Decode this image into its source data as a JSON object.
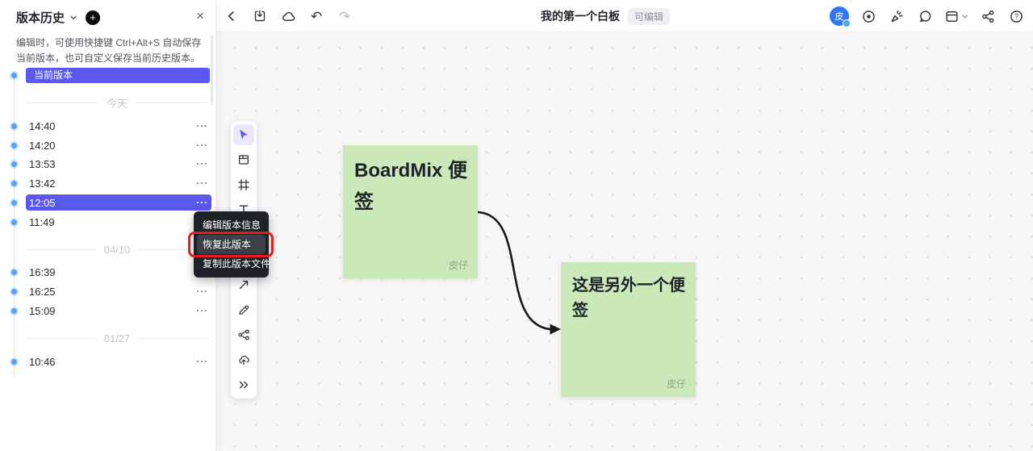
{
  "topbar": {
    "title": "我的第一个白板",
    "badge": "可编辑",
    "avatar_initial": "皮"
  },
  "panel": {
    "title": "版本历史",
    "plus_icon": "+",
    "close_icon": "×",
    "description": "编辑时，可使用快捷键 Ctrl+Alt+S 自动保存当前版本，也可自定义保存当前历史版本。",
    "current_version": "当前版本",
    "groups": [
      {
        "label": "今天",
        "items": [
          {
            "time": "14:40"
          },
          {
            "time": "14:20"
          },
          {
            "time": "13:53"
          },
          {
            "time": "13:42"
          },
          {
            "time": "12:05",
            "selected": true
          },
          {
            "time": "11:49"
          }
        ]
      },
      {
        "label": "04/10",
        "items": [
          {
            "time": "16:39"
          },
          {
            "time": "16:25"
          },
          {
            "time": "15:09"
          }
        ]
      },
      {
        "label": "01/27",
        "items": [
          {
            "time": "10:46"
          }
        ]
      }
    ]
  },
  "context_menu": {
    "items": [
      "编辑版本信息",
      "恢复此版本",
      "复制此版本文件"
    ],
    "highlighted": "恢复此版本"
  },
  "notes": [
    {
      "text": "BoardMix 便签",
      "author": "皮仔"
    },
    {
      "text": "这是另外一个便签",
      "author": "皮仔"
    }
  ],
  "colors": {
    "accent": "#5B58F0",
    "note_green": "#CBE8B9",
    "annotation_red": "#E11D1D",
    "menu_bg": "#1E2126"
  }
}
